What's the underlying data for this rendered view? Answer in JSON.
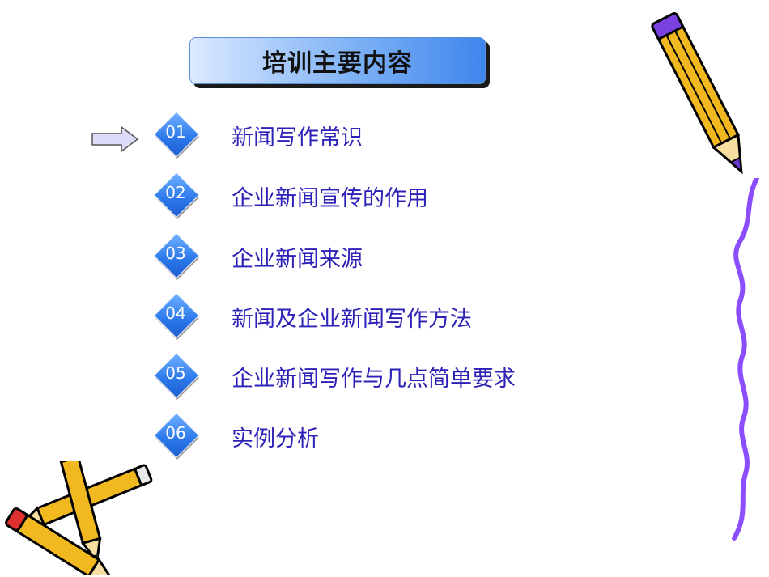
{
  "slide": {
    "title": "培训主要内容",
    "items": [
      {
        "num": "01",
        "label": "新闻写作常识"
      },
      {
        "num": "02",
        "label": "企业新闻宣传的作用"
      },
      {
        "num": "03",
        "label": "企业新闻来源"
      },
      {
        "num": "04",
        "label": "新闻及企业新闻写作方法"
      },
      {
        "num": "05",
        "label": "企业新闻写作与几点简单要求"
      },
      {
        "num": "06",
        "label": "实例分析"
      }
    ],
    "current_item": "01"
  },
  "colors": {
    "item_text": "#2d22b8",
    "diamond": "#2a77ea",
    "title_gradient_end": "#3e86ec",
    "squiggle": "#8a4dff",
    "pencil_body": "#f2b81f"
  },
  "icons": [
    "arrow-right-icon",
    "pencil-icon",
    "squiggle-line-icon"
  ]
}
